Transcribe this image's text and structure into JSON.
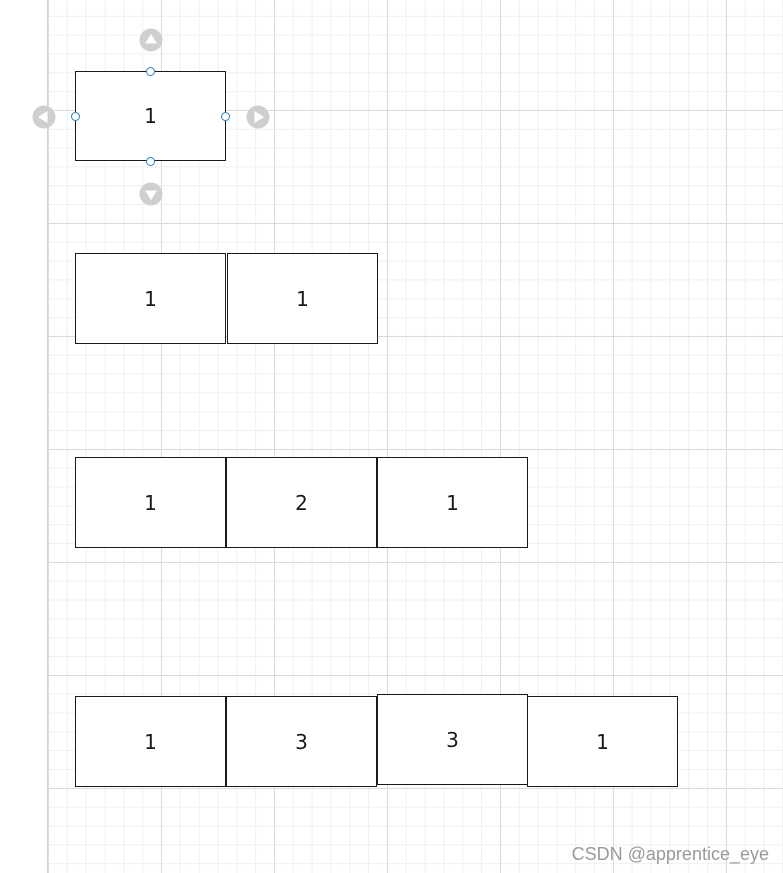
{
  "diagram": {
    "rows": [
      {
        "cells": [
          "1"
        ]
      },
      {
        "cells": [
          "1",
          "1"
        ]
      },
      {
        "cells": [
          "1",
          "2",
          "1"
        ]
      },
      {
        "cells": [
          "1",
          "3",
          "3",
          "1"
        ]
      }
    ]
  },
  "colors": {
    "cell_border": "#1a1a1a",
    "handle": "#2a7fbf",
    "arrow": "#cfcfcf",
    "grid_major": "#dcdcdc",
    "grid_minor": "#f0f0f0"
  },
  "watermark": "CSDN @apprentice_eye"
}
